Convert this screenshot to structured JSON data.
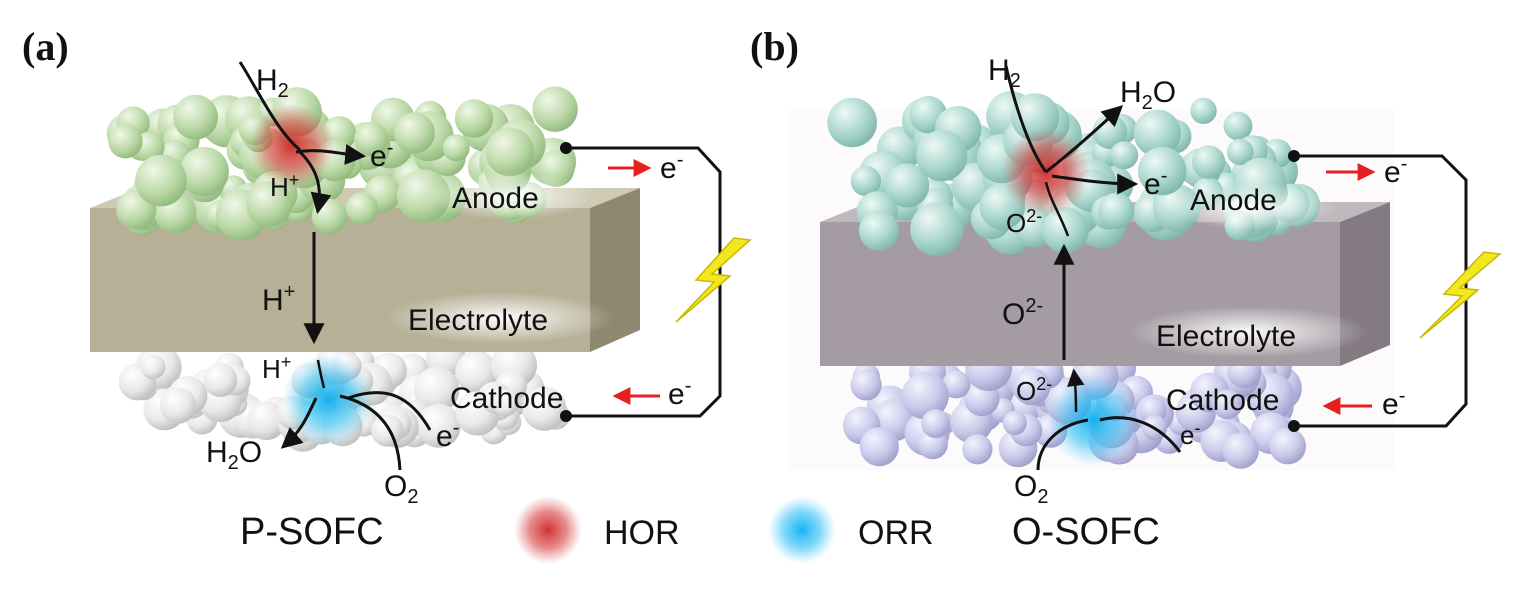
{
  "panel_a": {
    "tag": "(a)",
    "h2": "H",
    "h2_sub": "2",
    "e_anode": "e",
    "e_sup": "-",
    "hplus_top": "H",
    "plus": "+",
    "anode": "Anode",
    "hplus_mid": "H",
    "electrolyte": "Electrolyte",
    "hplus_bot": "H",
    "cathode": "Cathode",
    "e_ext_top": "e",
    "e_ext_bot": "e",
    "e_cathode": "e",
    "h2o": "H",
    "h2o_sub": "2",
    "h2o_o": "O",
    "o2": "O",
    "o2_sub": "2",
    "name": "P-SOFC"
  },
  "panel_b": {
    "tag": "(b)",
    "h2": "H",
    "h2_sub": "2",
    "h2o": "H",
    "h2o_sub": "2",
    "h2o_o": "O",
    "e_anode": "e",
    "e_sup": "-",
    "anode": "Anode",
    "o2m_top": "O",
    "o2m_sup": "2-",
    "o2m_mid": "O",
    "electrolyte": "Electrolyte",
    "o2m_bot": "O",
    "cathode": "Cathode",
    "e_ext_top": "e",
    "e_ext_bot": "e",
    "e_cathode": "e",
    "o2": "O",
    "o2_sub": "2",
    "name": "O-SOFC"
  },
  "legend": {
    "hor": "HOR",
    "orr": "ORR"
  },
  "colors": {
    "anode_a": "#bcd9a8",
    "cathode_a": "#e6e6e6",
    "electrolyte_a": "#b6b097",
    "anode_b": "#a9d6cc",
    "cathode_b": "#c9c9ea",
    "electrolyte_b": "#a59ca3",
    "hor": "#d43030",
    "orr": "#17b4f0",
    "lightning": "#f2e81f",
    "arrow_red": "#e5201f"
  }
}
